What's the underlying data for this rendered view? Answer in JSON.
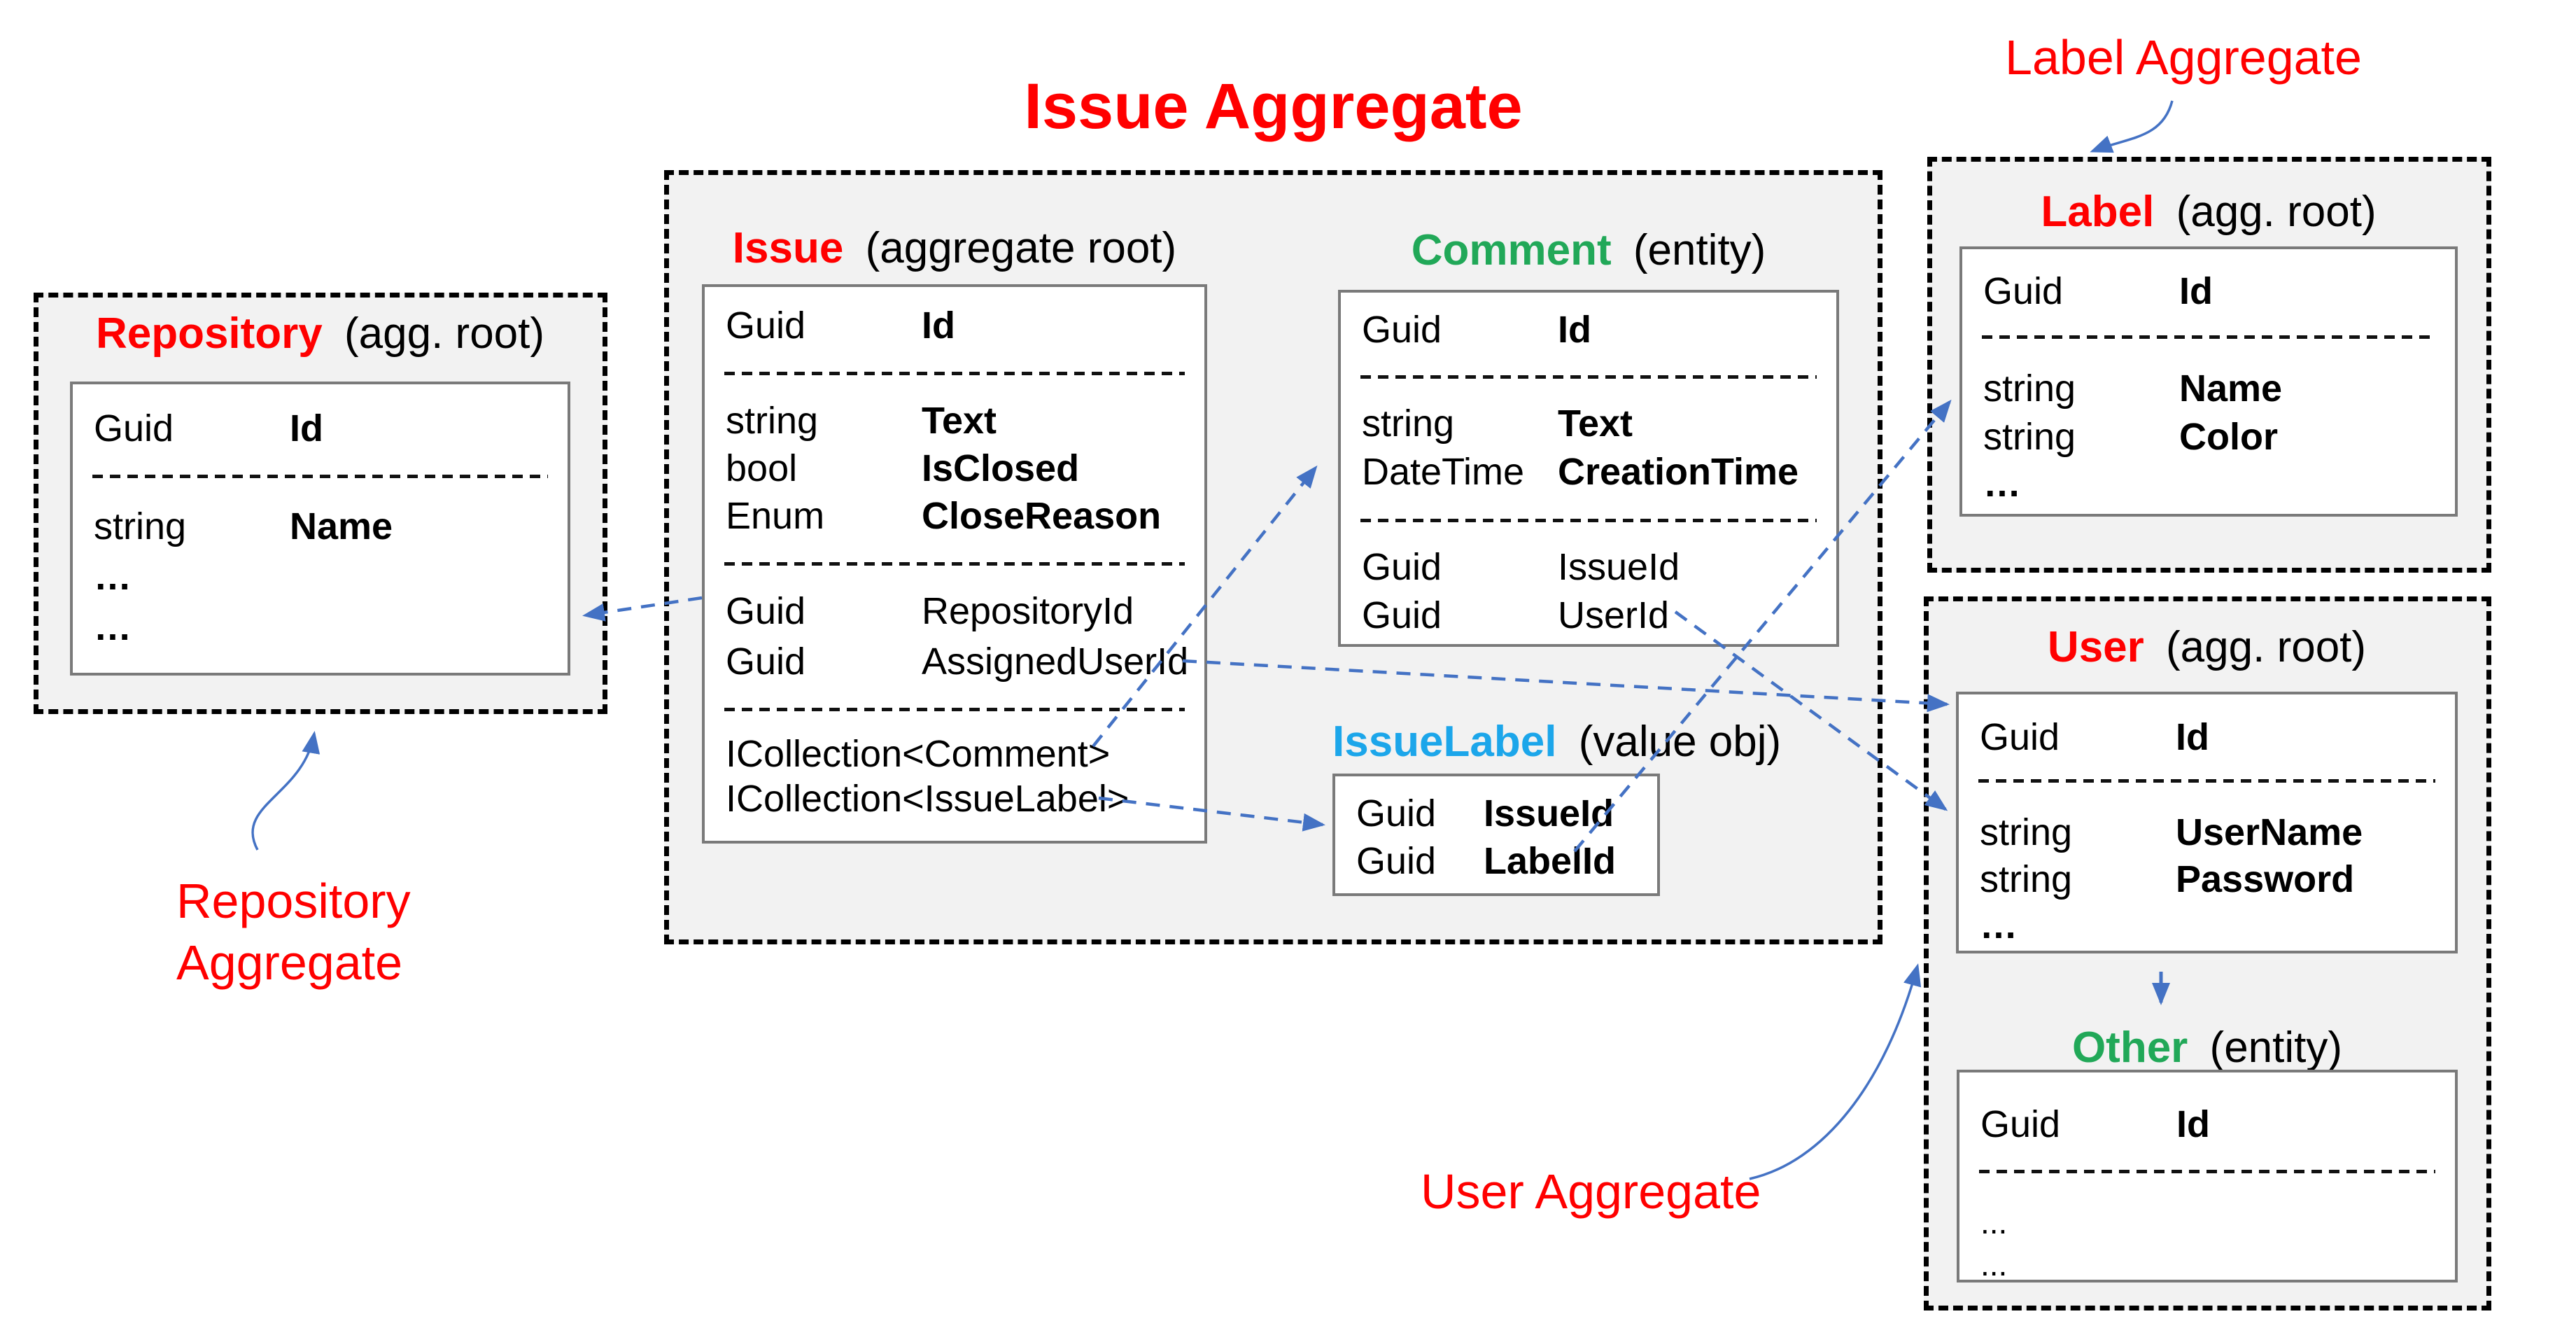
{
  "colors": {
    "accent_red": "#FF0000",
    "accent_green": "#21A858",
    "accent_cyan": "#1CA6EA",
    "arrow_blue": "#4472C4",
    "aggregate_fill": "#F2F2F2",
    "box_border_gray": "#7A7A7A"
  },
  "main_title": "Issue Aggregate",
  "annotations": {
    "label": "Label Aggregate",
    "repository_line1": "Repository",
    "repository_line2": "Aggregate",
    "user": "User Aggregate"
  },
  "boxes": {
    "repository": {
      "title_name": "Repository",
      "title_suffix": "(agg. root)",
      "rows": [
        {
          "t": "Guid",
          "n": "Id"
        },
        {
          "t": "string",
          "n": "Name"
        },
        {
          "t": "",
          "n": "…"
        },
        {
          "t": "",
          "n": "…"
        }
      ]
    },
    "issue": {
      "title_name": "Issue",
      "title_suffix": "(aggregate root)",
      "rows": [
        {
          "t": "Guid",
          "n": "Id"
        },
        {
          "t": "string",
          "n": "Text"
        },
        {
          "t": "bool",
          "n": "IsClosed"
        },
        {
          "t": "Enum",
          "n": "CloseReason"
        },
        {
          "t": "Guid",
          "n": "RepositoryId"
        },
        {
          "t": "Guid",
          "n": "AssignedUserId"
        },
        {
          "t": "ICollection<Comment>",
          "n": ""
        },
        {
          "t": "ICollection<IssueLabel>",
          "n": ""
        }
      ]
    },
    "comment": {
      "title_name": "Comment",
      "title_suffix": "(entity)",
      "rows": [
        {
          "t": "Guid",
          "n": "Id"
        },
        {
          "t": "string",
          "n": "Text"
        },
        {
          "t": "DateTime",
          "n": "CreationTime"
        },
        {
          "t": "Guid",
          "n": "IssueId"
        },
        {
          "t": "Guid",
          "n": "UserId"
        }
      ]
    },
    "issuelabel": {
      "title_name": "IssueLabel",
      "title_suffix": "(value obj)",
      "rows": [
        {
          "t": "Guid",
          "n": "IssueId"
        },
        {
          "t": "Guid",
          "n": "LabelId"
        }
      ]
    },
    "label": {
      "title_name": "Label",
      "title_suffix": "(agg. root)",
      "rows": [
        {
          "t": "Guid",
          "n": "Id"
        },
        {
          "t": "string",
          "n": "Name"
        },
        {
          "t": "string",
          "n": "Color"
        },
        {
          "t": "",
          "n": "…"
        }
      ]
    },
    "user": {
      "title_name": "User",
      "title_suffix": "(agg. root)",
      "rows": [
        {
          "t": "Guid",
          "n": "Id"
        },
        {
          "t": "string",
          "n": "UserName"
        },
        {
          "t": "string",
          "n": "Password"
        },
        {
          "t": "",
          "n": "…"
        }
      ]
    },
    "other": {
      "title_name": "Other",
      "title_suffix": "(entity)",
      "rows": [
        {
          "t": "Guid",
          "n": "Id"
        },
        {
          "t": "",
          "n": "..."
        },
        {
          "t": "",
          "n": "..."
        }
      ]
    }
  }
}
